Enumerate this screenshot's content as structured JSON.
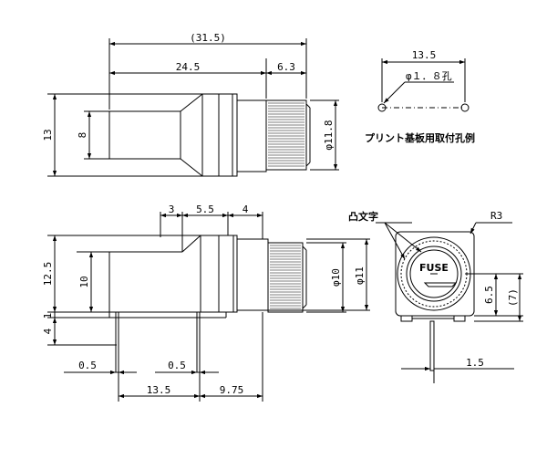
{
  "dims": {
    "overall_length": "(31.5)",
    "body_length": "24.5",
    "cap_length": "6.3",
    "height_13": "13",
    "window_8": "8",
    "cap_dia": "φ11.8",
    "hole_pitch": "13.5",
    "hole_dia": "φ１．８孔",
    "d3": "3",
    "d55": "5.5",
    "d4": "4",
    "h125": "12.5",
    "h10": "10",
    "h1": "1",
    "h4": "4",
    "pin05a": "0.5",
    "pin05b": "0.5",
    "pin_pitch": "13.5",
    "pin_to_cap": "9.75",
    "dia10": "φ10",
    "dia11": "φ11",
    "r3": "R3",
    "h65": "6.5",
    "h7": "(7)",
    "d15": "1.5"
  },
  "labels": {
    "pcb_hole_example": "プリント基板用取付孔例",
    "embossed_text": "凸文字",
    "fuse_marking": "FUSE"
  }
}
